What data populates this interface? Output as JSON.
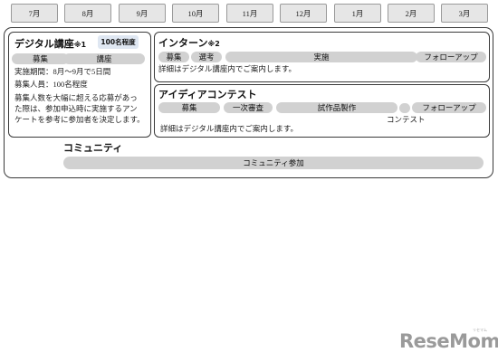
{
  "months": [
    "7月",
    "8月",
    "9月",
    "10月",
    "11月",
    "12月",
    "1月",
    "2月",
    "3月"
  ],
  "digital": {
    "title": "デジタル講座",
    "note": "※1",
    "badge": "100名程度",
    "pill_recruit": "募集",
    "pill_course": "講座",
    "period": "実施期間：8月～9月で5日間",
    "count": "募集人員：100名程度",
    "desc_lines": [
      "募集人数を大幅に超える応募があっ",
      "た際は、参加申込時に実施するアン",
      "ケートを参考に参加者を決定します。"
    ]
  },
  "intern": {
    "title": "インターン",
    "note": "※2",
    "pill_recruit": "募集",
    "pill_select": "選考",
    "pill_implement": "実施",
    "pill_followup": "フォローアップ",
    "detail": "詳細はデジタル講座内でご案内します。"
  },
  "idea": {
    "title": "アイディアコンテスト",
    "pill_recruit": "募集",
    "pill_screen": "一次審査",
    "pill_prototype": "試作品製作",
    "pill_followup": "フォローアップ",
    "contest_label": "コンテスト",
    "detail": "詳細はデジタル講座内でご案内します。"
  },
  "community": {
    "title": "コミュニティ",
    "pill": "コミュニティ参加"
  },
  "logo": {
    "text": "ReseMom",
    "small": "リセマム"
  }
}
